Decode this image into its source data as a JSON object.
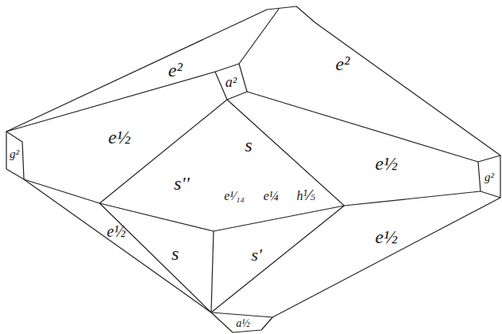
{
  "diagram": {
    "labels": [
      "e²",
      "a²",
      "e²",
      "e½",
      "s",
      "e½",
      "g²",
      "s''",
      "e¹⁄₁₄",
      "e¼",
      "h⅕",
      "g²",
      "e½",
      "s",
      "s'",
      "e½",
      "a½"
    ]
  }
}
